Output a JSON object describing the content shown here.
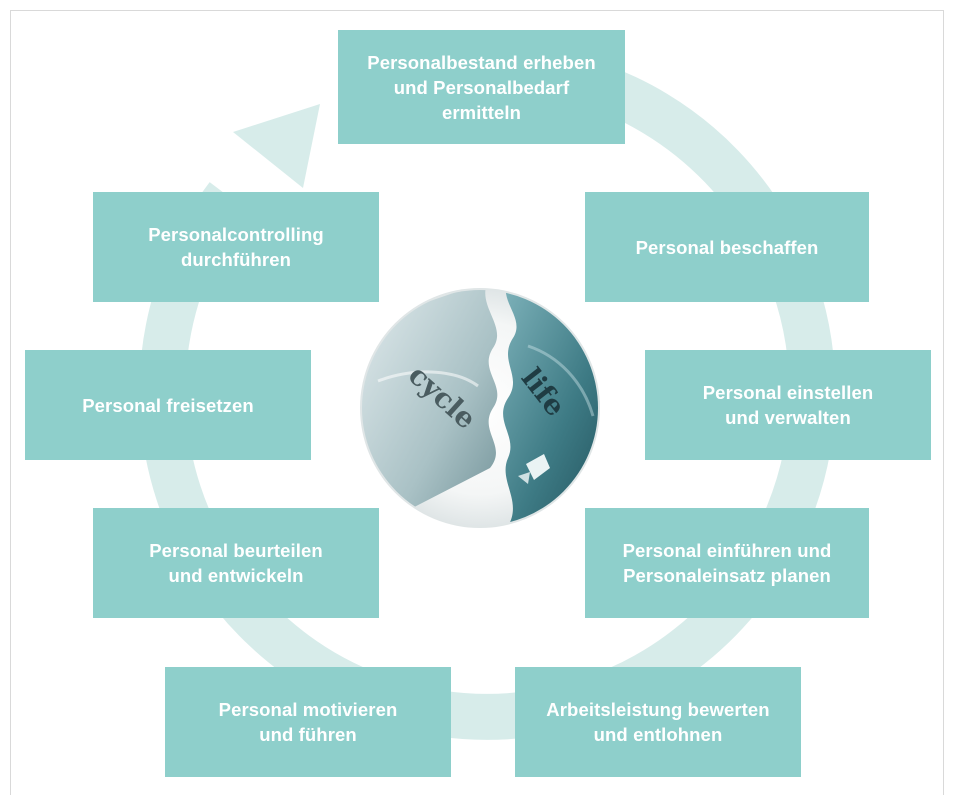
{
  "diagram": {
    "center": {
      "word_left": "cycle",
      "word_right": "life"
    },
    "stages": [
      {
        "label": "Personalbestand erheben\nund Personalbedarf\nermitteln"
      },
      {
        "label": "Personal beschaffen"
      },
      {
        "label": "Personal einstellen\nund verwalten"
      },
      {
        "label": "Personal einführen und\nPersonaleinsatz planen"
      },
      {
        "label": "Arbeitsleistung bewerten\nund entlohnen"
      },
      {
        "label": "Personal motivieren\nund führen"
      },
      {
        "label": "Personal beurteilen\nund entwickeln"
      },
      {
        "label": "Personal freisetzen"
      },
      {
        "label": "Personalcontrolling\ndurchführen"
      }
    ],
    "colors": {
      "box_fill": "#8ecfcb",
      "box_text": "#ffffff",
      "ring": "#d7ecea",
      "frame": "#d9d9d9"
    }
  }
}
